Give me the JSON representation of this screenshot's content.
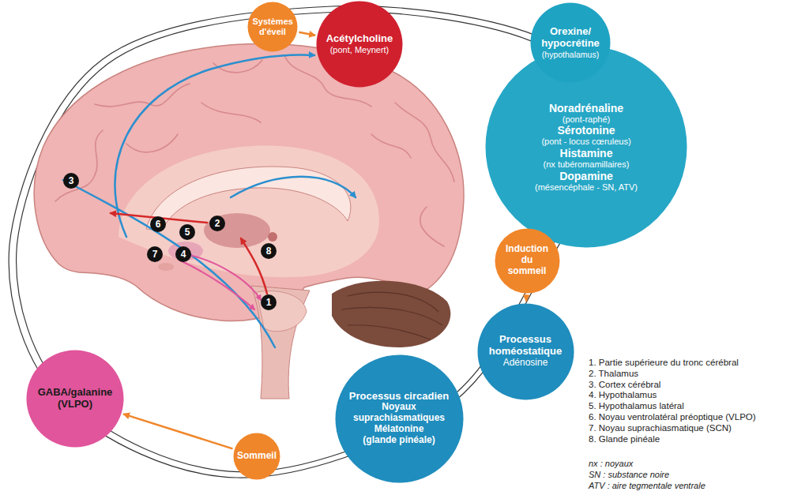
{
  "diagram": {
    "nodes": [
      {
        "text": [
          "Systèmes d'éveil"
        ]
      },
      {
        "text": [
          "Acétylcholine",
          "(pont, Meynert)"
        ]
      },
      {
        "text": [
          "Orexine/ hypocrétine",
          "(hypothalamus)"
        ]
      },
      {
        "text": [
          "Noradrénaline",
          "(pont-raphé)",
          "Sérotonine",
          "(pont - locus cœruleus)",
          "Histamine",
          "(nx tubéromamillaires)",
          "Dopamine",
          "(mésencéphale - SN, ATV)"
        ]
      },
      {
        "text": [
          "Induction du sommeil"
        ]
      },
      {
        "text": [
          "Processus homéostatique",
          "Adénosine"
        ]
      },
      {
        "text": [
          "Processus circadien",
          "Noyaux suprachiasmatiques",
          "Mélatonine",
          "(glande pinéale)"
        ]
      },
      {
        "text": [
          "Sommeil"
        ]
      },
      {
        "text": [
          "GABA/galanine",
          "(VLPO)"
        ]
      }
    ],
    "edges": [
      {
        "from": 0,
        "to": 1,
        "arrow": "to"
      },
      {
        "from": 4,
        "to": 5,
        "arrow": "to"
      },
      {
        "from": 7,
        "to": 8,
        "arrow": "to"
      }
    ],
    "labels": [
      "1",
      "2",
      "3",
      "4",
      "5",
      "6",
      "7",
      "8",
      "1. Partie supérieure du tronc cérébral",
      "2. Thalamus",
      "3. Cortex cérébral",
      "4. Hypothalamus",
      "5. Hypothalamus latéral",
      "6. Noyau ventrolatéral préoptique (VLPO)",
      "7. Noyau suprachiasmatique (SCN)",
      "8. Glande pinéale",
      "nx : noyaux",
      "SN : substance noire",
      "ATV : aire tegmentale ventrale"
    ]
  }
}
